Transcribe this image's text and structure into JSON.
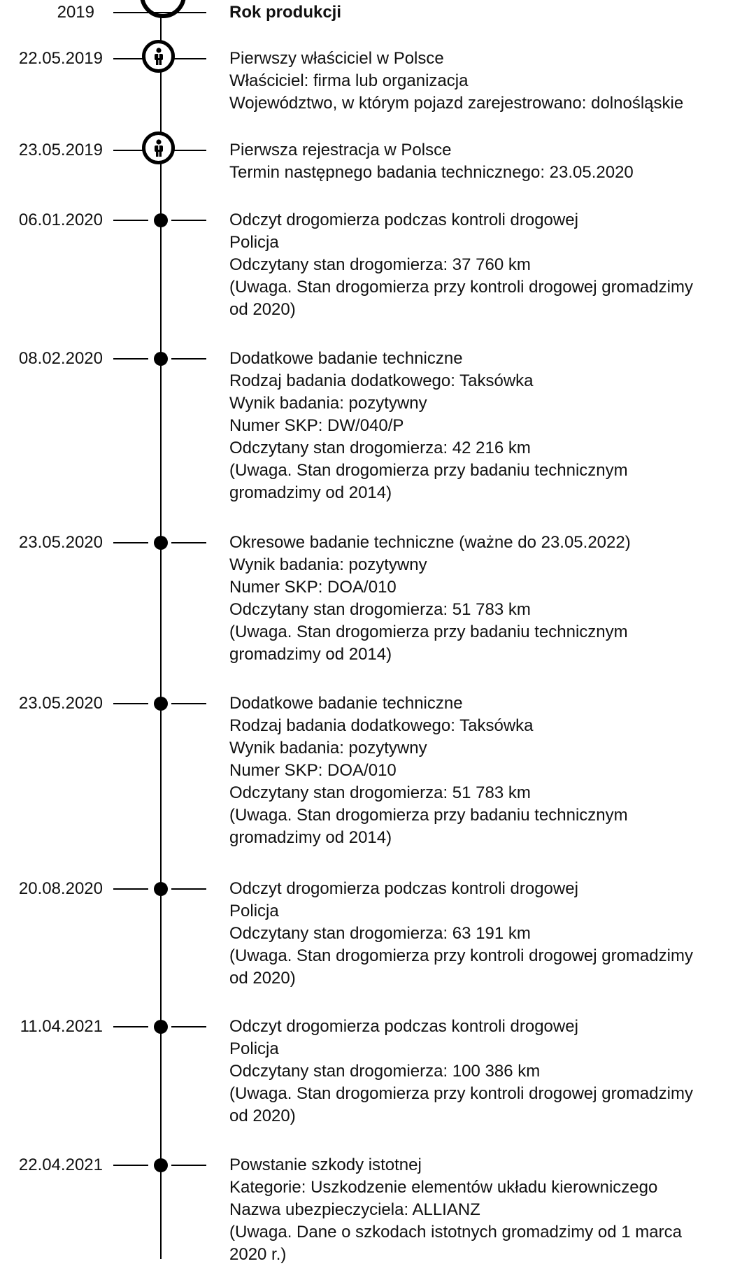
{
  "events": [
    {
      "date": "2019",
      "title": "Rok produkcji",
      "lines": []
    },
    {
      "date": "22.05.2019",
      "title": "Pierwszy właściciel w Polsce",
      "lines": [
        "Właściciel: firma lub organizacja",
        "Województwo, w którym pojazd zarejestrowano: dolnośląskie"
      ]
    },
    {
      "date": "23.05.2019",
      "title": "Pierwsza rejestracja w Polsce",
      "lines": [
        "Termin następnego badania technicznego: 23.05.2020"
      ]
    },
    {
      "date": "06.01.2020",
      "title": "Odczyt drogomierza podczas kontroli drogowej",
      "lines": [
        "Policja",
        "Odczytany stan drogomierza: 37 760 km",
        "(Uwaga. Stan drogomierza przy kontroli drogowej gromadzimy",
        "od 2020)"
      ]
    },
    {
      "date": "08.02.2020",
      "title": "Dodatkowe badanie techniczne",
      "lines": [
        "Rodzaj badania dodatkowego: Taksówka",
        "Wynik badania: pozytywny",
        "Numer SKP: DW/040/P",
        "Odczytany stan drogomierza: 42 216 km",
        "(Uwaga. Stan drogomierza przy badaniu technicznym",
        "gromadzimy od 2014)"
      ]
    },
    {
      "date": "23.05.2020",
      "title": "Okresowe badanie techniczne (ważne do 23.05.2022)",
      "lines": [
        "Wynik badania: pozytywny",
        "Numer SKP: DOA/010",
        "Odczytany stan drogomierza: 51 783 km",
        "(Uwaga. Stan drogomierza przy badaniu technicznym",
        "gromadzimy od 2014)"
      ]
    },
    {
      "date": "23.05.2020",
      "title": "Dodatkowe badanie techniczne",
      "lines": [
        "Rodzaj badania dodatkowego: Taksówka",
        "Wynik badania: pozytywny",
        "Numer SKP: DOA/010",
        "Odczytany stan drogomierza: 51 783 km",
        "(Uwaga. Stan drogomierza przy badaniu technicznym",
        "gromadzimy od 2014)"
      ]
    },
    {
      "date": "20.08.2020",
      "title": "Odczyt drogomierza podczas kontroli drogowej",
      "lines": [
        "Policja",
        "Odczytany stan drogomierza: 63 191 km",
        "(Uwaga. Stan drogomierza przy kontroli drogowej gromadzimy",
        "od 2020)"
      ]
    },
    {
      "date": "11.04.2021",
      "title": "Odczyt drogomierza podczas kontroli drogowej",
      "lines": [
        "Policja",
        "Odczytany stan drogomierza: 100 386 km",
        "(Uwaga. Stan drogomierza przy kontroli drogowej gromadzimy",
        "od 2020)"
      ]
    },
    {
      "date": "22.04.2021",
      "title": "Powstanie szkody istotnej",
      "lines": [
        "Kategorie: Uszkodzenie elementów układu kierowniczego",
        "Nazwa ubezpieczyciela: ALLIANZ",
        "(Uwaga. Dane o szkodach istotnych gromadzimy od 1 marca",
        "2020 r.)"
      ]
    }
  ]
}
